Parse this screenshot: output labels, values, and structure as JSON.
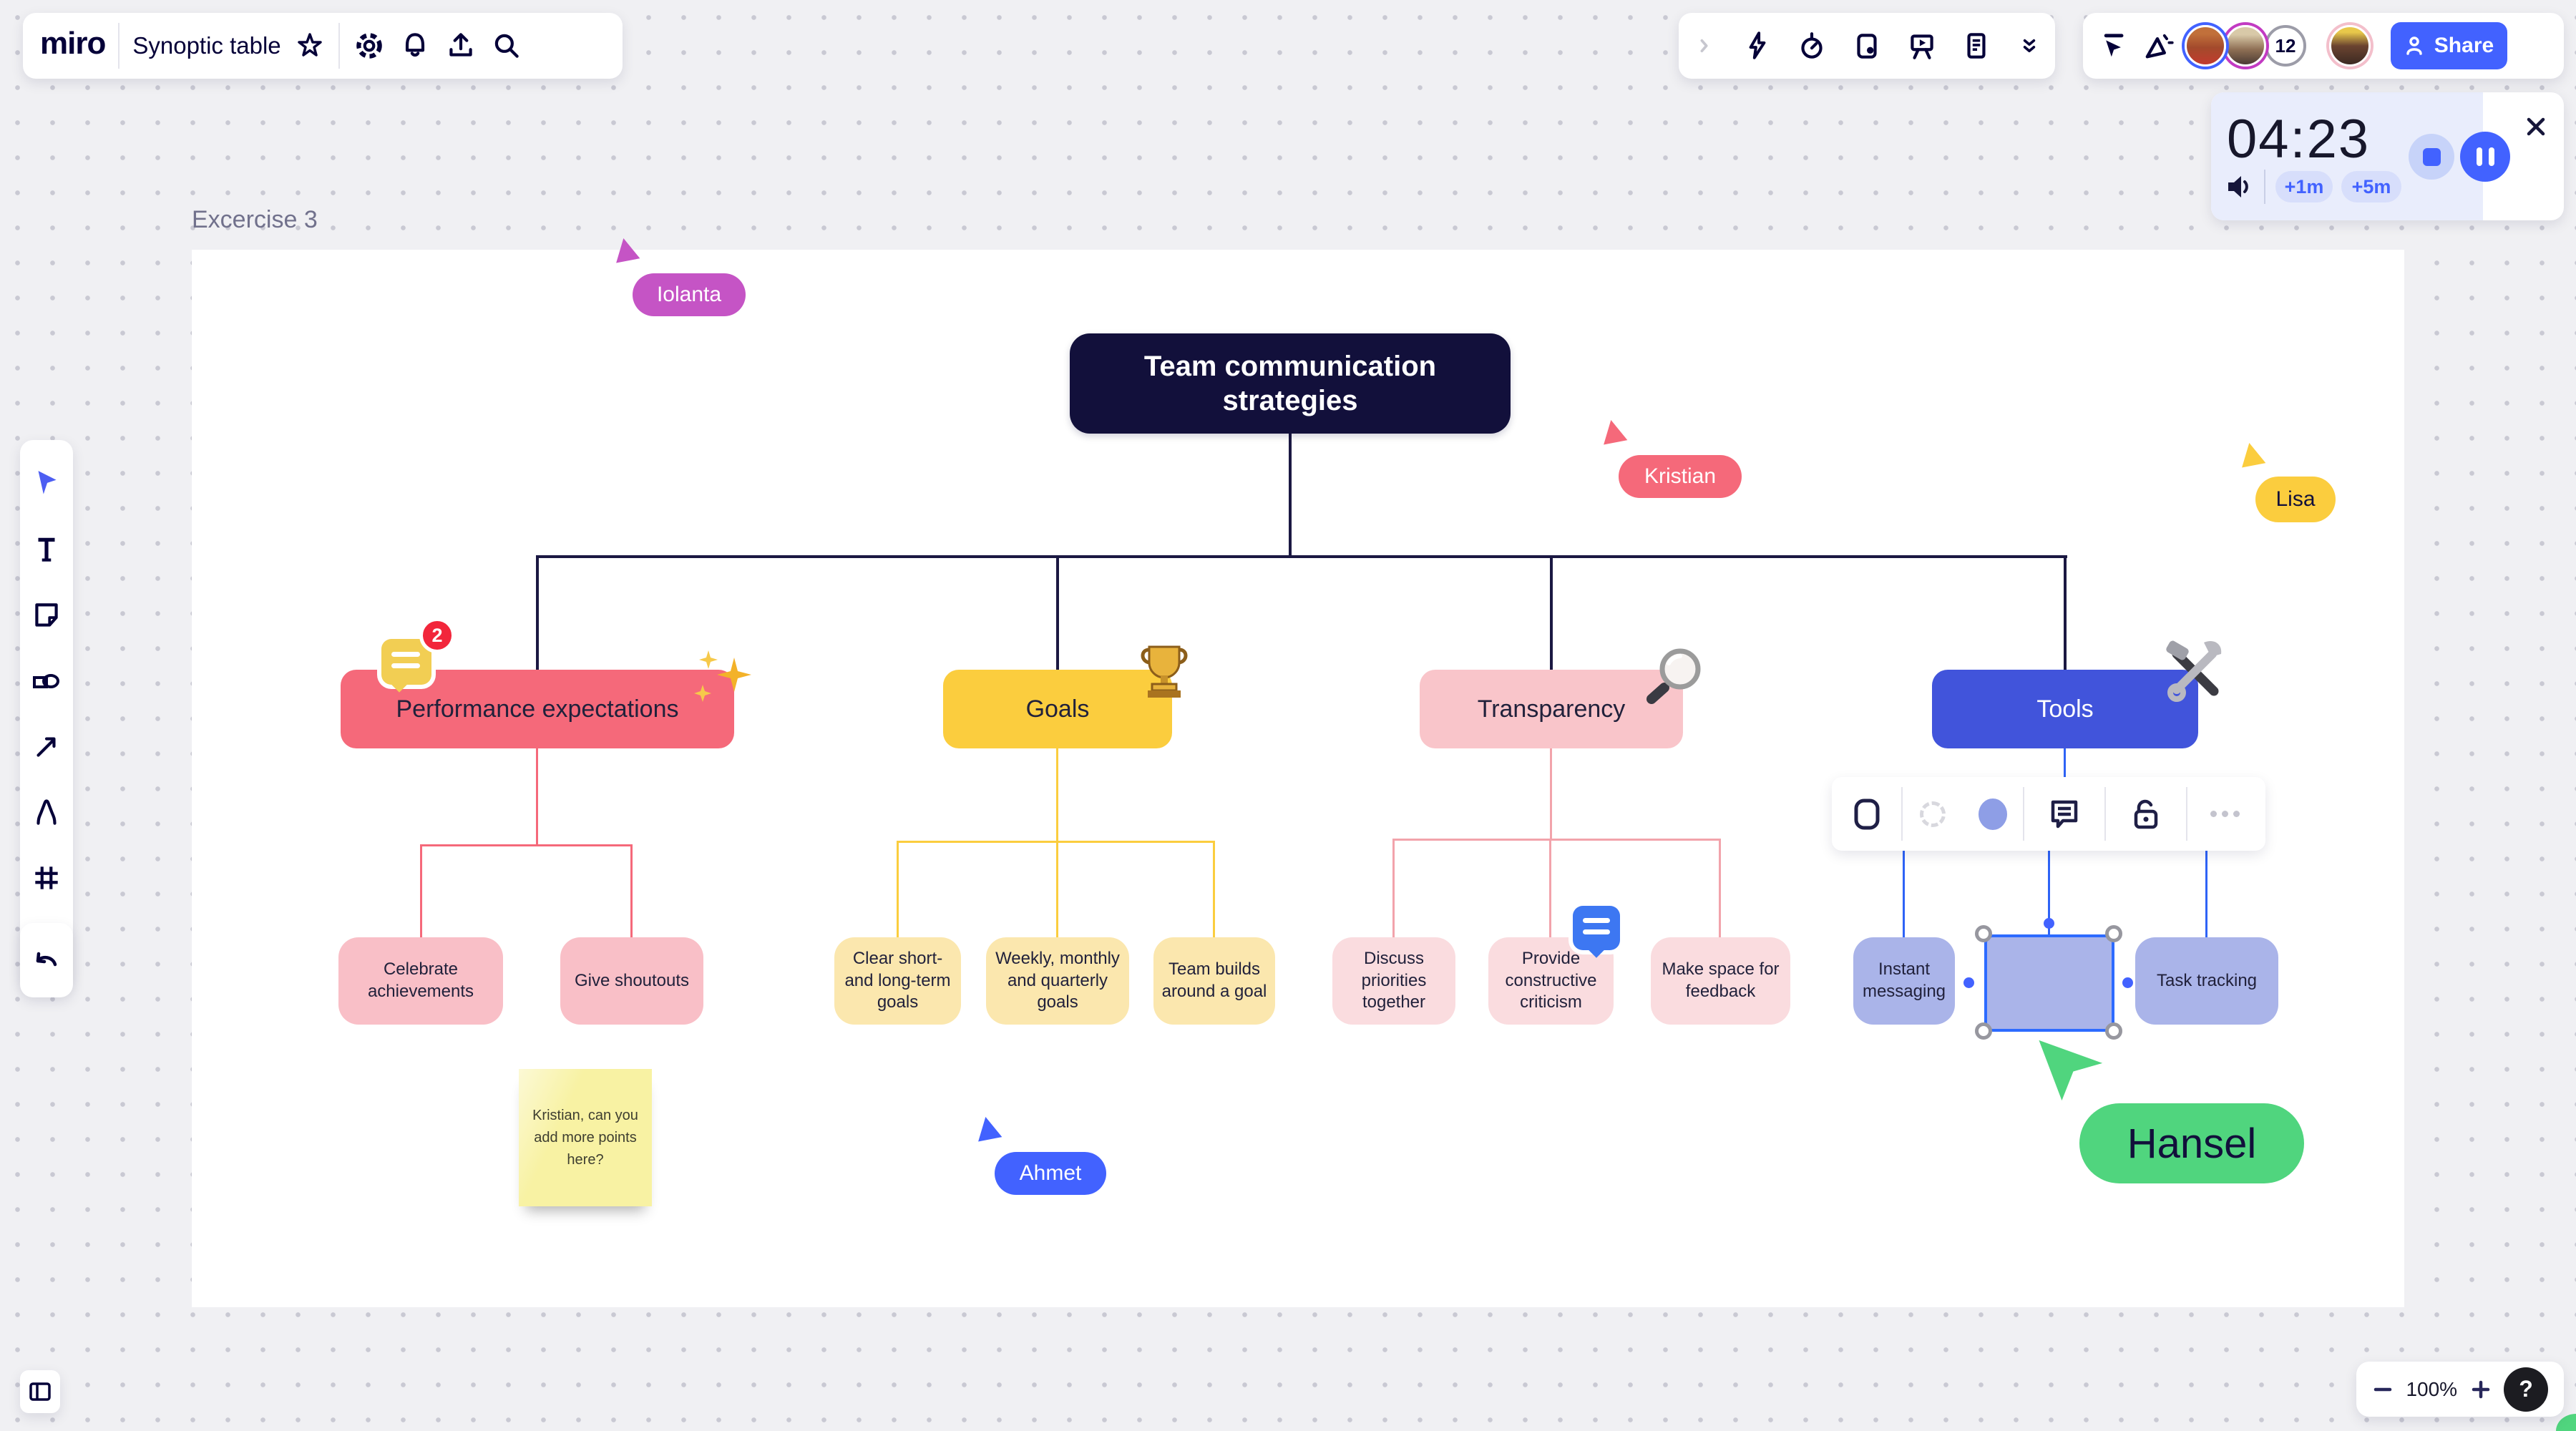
{
  "topbar": {
    "logo": "miro",
    "board_title": "Synoptic table",
    "collab_count": "12",
    "share_label": "Share"
  },
  "timer": {
    "time": "04:23",
    "add_1m": "+1m",
    "add_5m": "+5m"
  },
  "frame_label": "Excercise 3",
  "zoom_level": "100%",
  "colors": {
    "accent_blue": "#4262FF",
    "brand_navy": "#050038",
    "trunk_line": "#1B1842",
    "canvas_bg": "#F0F0F3",
    "timer_bg": "#E9EDFC"
  },
  "diagram": {
    "root": {
      "label": "Team communication strategies",
      "bg": "#12103B",
      "fg": "#FFFFFF"
    },
    "branches": [
      {
        "label": "Performance expectations",
        "bg": "#F5697A",
        "fg": "#21213B",
        "line": "#F5697A",
        "decoration": "sparkles",
        "comment_count": "2",
        "children": [
          {
            "label": "Celebrate achievements",
            "bg": "#F9BFC7"
          },
          {
            "label": "Give shoutouts",
            "bg": "#F9BFC7"
          }
        ]
      },
      {
        "label": "Goals",
        "bg": "#FBCD3E",
        "fg": "#21213B",
        "line": "#FBCD3E",
        "decoration": "trophy",
        "children": [
          {
            "label": "Clear short- and long-term goals",
            "bg": "#FBE7AE"
          },
          {
            "label": "Weekly, monthly and quarterly goals",
            "bg": "#FBE7AE"
          },
          {
            "label": "Team builds around a goal",
            "bg": "#FBE7AE"
          }
        ]
      },
      {
        "label": "Transparency",
        "bg": "#F9C5CA",
        "fg": "#21213B",
        "line": "#F2A3AB",
        "decoration": "magnifying-glass",
        "children": [
          {
            "label": "Discuss priorities together",
            "bg": "#FADCDF"
          },
          {
            "label": "Provide constructive criticism",
            "bg": "#FADCDF",
            "has_comment": true
          },
          {
            "label": "Make space for feedback",
            "bg": "#FADCDF"
          }
        ]
      },
      {
        "label": "Tools",
        "bg": "#4154DB",
        "fg": "#FFFFFF",
        "line": "#2E63F6",
        "decoration": "hammer-wrench",
        "children": [
          {
            "label": "Instant messaging",
            "bg": "#AAB4E9"
          },
          {
            "label": "",
            "bg": "#AAB4E9",
            "selected": true
          },
          {
            "label": "Task tracking",
            "bg": "#AAB4E9"
          }
        ]
      }
    ]
  },
  "sticky_note": {
    "text": "Kristian, can you add more points here?",
    "bg": "#F8F2A3"
  },
  "cursors": [
    {
      "name": "Iolanta",
      "color": "#C554C5",
      "text": "#FFFFFF"
    },
    {
      "name": "Kristian",
      "color": "#F5697A",
      "text": "#FFFFFF"
    },
    {
      "name": "Lisa",
      "color": "#FBCD3E",
      "text": "#12103B"
    },
    {
      "name": "Ahmet",
      "color": "#4262FF",
      "text": "#FFFFFF"
    },
    {
      "name": "Hansel",
      "color": "#50D57E",
      "text": "#12103B"
    }
  ],
  "toolbars": {
    "left": [
      "select",
      "text",
      "sticky-note",
      "shapes",
      "connector",
      "pen",
      "frame",
      "more-tools"
    ],
    "undo": "undo",
    "top_left_icons": [
      "favorite-star",
      "settings-gear",
      "notifications-bell",
      "export-upload",
      "search"
    ],
    "board_tools_icons": [
      "collapse-chevron",
      "quick-actions-bolt",
      "timer-stopwatch",
      "cards",
      "present-easel",
      "notes-doc",
      "more-chevrons"
    ],
    "collab_icons": [
      "follow-cursor",
      "attention-horn"
    ],
    "context_toolbar_icons": [
      "shape",
      "border-style",
      "fill-color",
      "comment",
      "unlock",
      "more-ellipsis"
    ]
  }
}
